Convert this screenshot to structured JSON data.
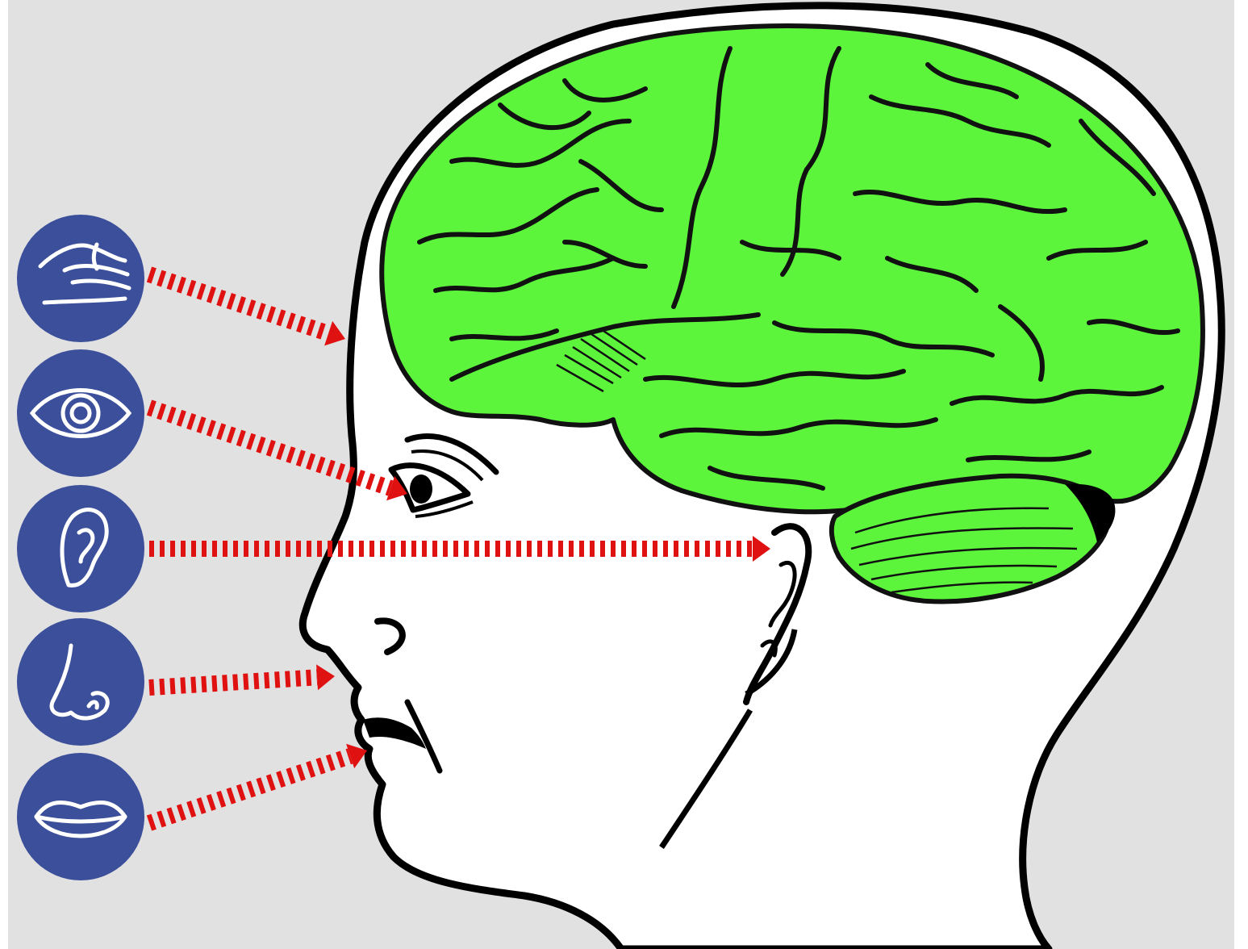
{
  "colors": {
    "background": "#e1e1e1",
    "brain": "#5cf53c",
    "brain_outline": "#111111",
    "head_fill": "#ffffff",
    "head_outline": "#000000",
    "icon_circle": "#3b4f9b",
    "icon_line": "#ffffff",
    "arrow": "#e01111"
  },
  "senses": [
    {
      "id": "touch",
      "icon": "hand-icon"
    },
    {
      "id": "sight",
      "icon": "eye-icon"
    },
    {
      "id": "hearing",
      "icon": "ear-icon"
    },
    {
      "id": "smell",
      "icon": "nose-icon"
    },
    {
      "id": "taste",
      "icon": "lips-icon"
    }
  ]
}
